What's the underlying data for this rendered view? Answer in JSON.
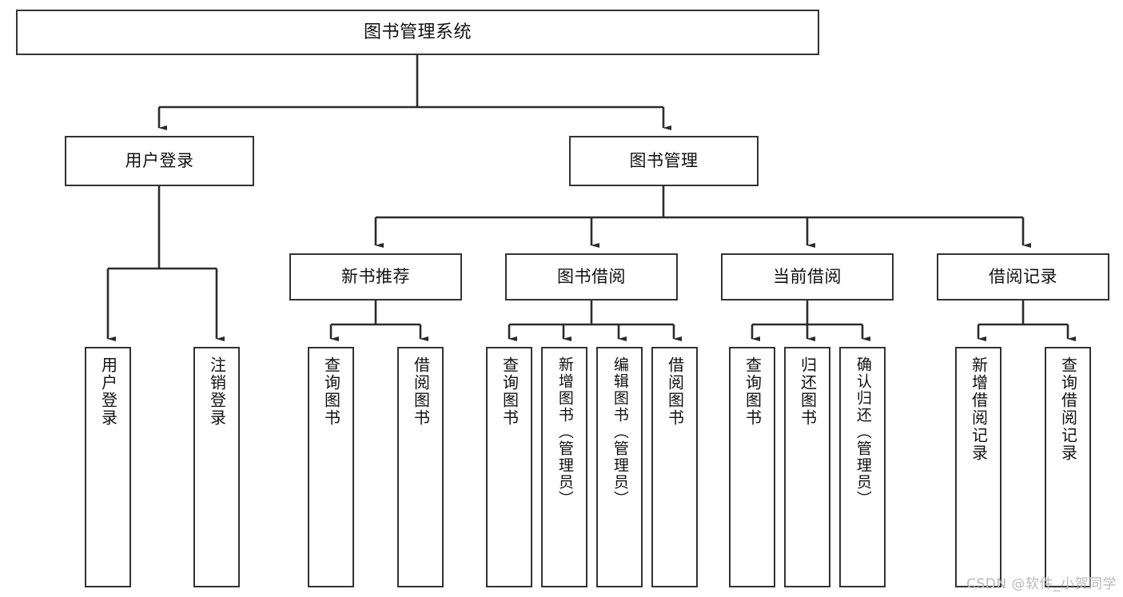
{
  "diagram": {
    "title": "图书管理系统",
    "type": "tree-hierarchy",
    "root": {
      "label": "图书管理系统"
    },
    "level2": [
      {
        "label": "用户登录"
      },
      {
        "label": "图书管理"
      }
    ],
    "level3": [
      {
        "label": "新书推荐"
      },
      {
        "label": "图书借阅"
      },
      {
        "label": "当前借阅"
      },
      {
        "label": "借阅记录"
      }
    ],
    "leaves": {
      "user_login": [
        {
          "label": "用户登录"
        },
        {
          "label": "注销登录"
        }
      ],
      "new_book_recommend": [
        {
          "label": "查询图书"
        },
        {
          "label": "借阅图书"
        }
      ],
      "book_borrow": [
        {
          "label": "查询图书"
        },
        {
          "label": "新增图书（管理员）"
        },
        {
          "label": "编辑图书（管理员）"
        },
        {
          "label": "借阅图书"
        }
      ],
      "current_borrow": [
        {
          "label": "查询图书"
        },
        {
          "label": "归还图书"
        },
        {
          "label": "确认归还（管理员）"
        }
      ],
      "borrow_record": [
        {
          "label": "新增借阅记录"
        },
        {
          "label": "查询借阅记录"
        }
      ]
    }
  },
  "watermark": {
    "text": "CSDN @软件_小贺同学"
  },
  "colors": {
    "border": "#333333",
    "background": "#ffffff",
    "text": "#111111",
    "watermark": "#b9b9b9"
  }
}
